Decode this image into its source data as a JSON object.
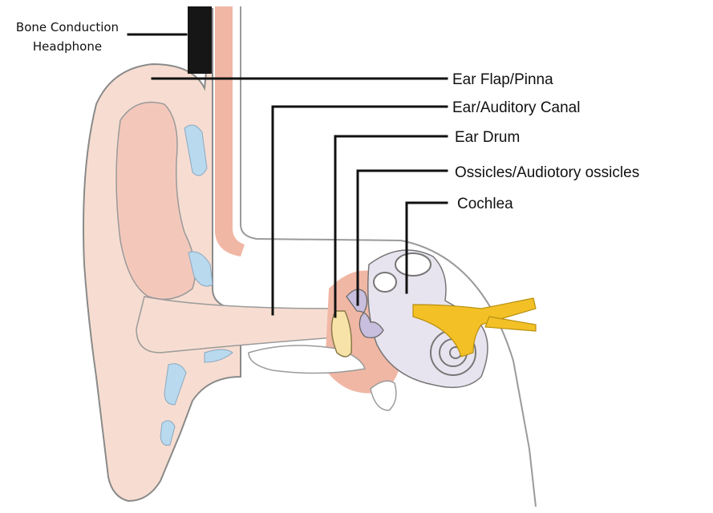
{
  "diagram": {
    "headphone_label_line1": "Bone Conduction",
    "headphone_label_line2": "Headphone",
    "labels": {
      "pinna": "Ear Flap/Pinna",
      "canal": "Ear/Auditory Canal",
      "eardrum": "Ear Drum",
      "ossicles": "Ossicles/Audiotory ossicles",
      "cochlea": "Cochlea"
    },
    "colors": {
      "skin": "#f7ddd1",
      "skin_outline": "#8a8a8a",
      "tissue": "#f1b7a5",
      "cartilage": "#b9d9ee",
      "nerve": "#f3c026",
      "headphone": "#161616",
      "inner_ear": "#e8e4ef"
    }
  }
}
